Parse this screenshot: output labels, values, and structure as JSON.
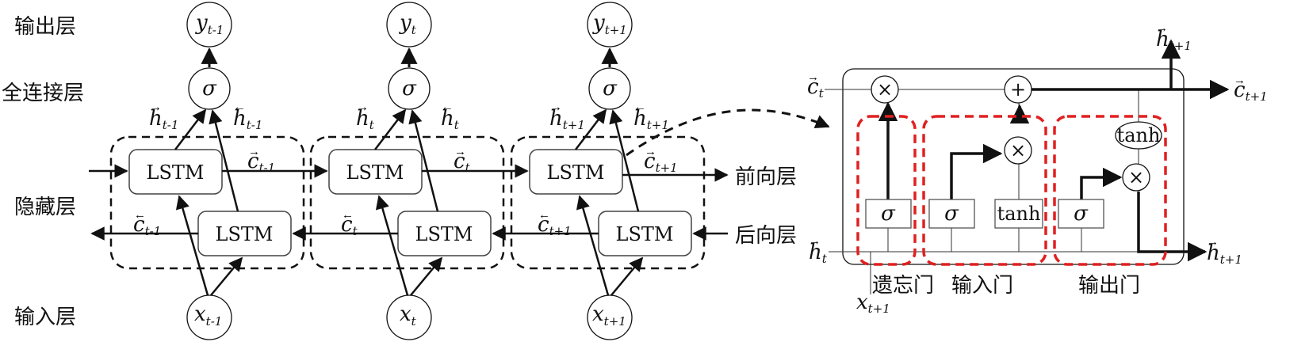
{
  "layers": {
    "output": "输出层",
    "dense": "全连接层",
    "hidden": "隐藏层",
    "input": "输入层",
    "forward": "前向层",
    "backward": "后向层"
  },
  "cell_label": "LSTM",
  "activation": "σ",
  "steps": [
    {
      "y": "y",
      "y_sub": "t-1",
      "x": "x",
      "x_sub": "t-1",
      "hf": "h",
      "hf_sub": "t-1",
      "hb": "h",
      "hb_sub": "t-1",
      "cf": "c",
      "cf_sub": "t-1",
      "cb": "c",
      "cb_sub": "t-1"
    },
    {
      "y": "y",
      "y_sub": "t",
      "x": "x",
      "x_sub": "t",
      "hf": "h",
      "hf_sub": "t",
      "hb": "h",
      "hb_sub": "t",
      "cf": "c",
      "cf_sub": "t",
      "cb": "c",
      "cb_sub": "t"
    },
    {
      "y": "y",
      "y_sub": "t+1",
      "x": "x",
      "x_sub": "t+1",
      "hf": "h",
      "hf_sub": "t+1",
      "hb": "h",
      "hb_sub": "t+1",
      "cf": "c",
      "cf_sub": "t+1",
      "cb": "c",
      "cb_sub": "t+1"
    }
  ],
  "detail": {
    "c_in": "c",
    "c_in_sub": "t",
    "c_out": "c",
    "c_out_sub": "t+1",
    "h_in": "h",
    "h_in_sub": "t",
    "h_top": "h",
    "h_top_sub": "t+1",
    "h_out": "h",
    "h_out_sub": "t+1",
    "x_in": "x",
    "x_in_sub": "t+1",
    "mult": "×",
    "plus": "+",
    "sigma": "σ",
    "tanh": "tanh",
    "gates": {
      "forget": "遗忘门",
      "input": "输入门",
      "output": "输出门"
    }
  },
  "colors": {
    "line": "#111111",
    "gate_border": "#e02020",
    "box_border": "#555555"
  }
}
